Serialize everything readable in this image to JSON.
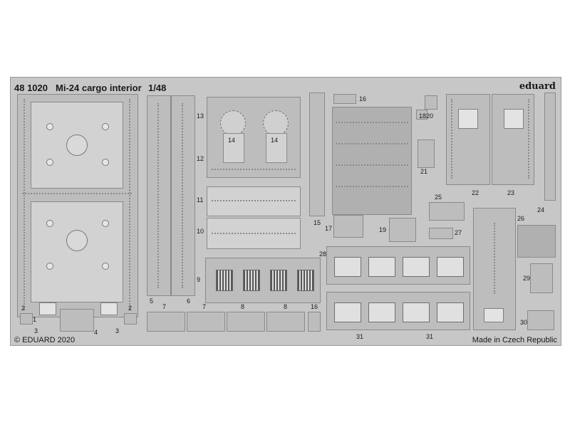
{
  "sheet": {
    "code": "48 1020",
    "title": "Mi-24  cargo interior",
    "scale": "1/48",
    "brand": "eduard",
    "copyright": "© EDUARD 2020",
    "origin": "Made in Czech Republic"
  },
  "part_numbers": {
    "p1": "1",
    "p2a": "2",
    "p3a": "3",
    "p4": "4",
    "p2b": "2",
    "p3b": "3",
    "p5": "5",
    "p6": "6",
    "p7a": "7",
    "p7b": "7",
    "p8a": "8",
    "p8b": "8",
    "p9": "9",
    "p10": "10",
    "p11": "11",
    "p12": "12",
    "p13": "13",
    "p14a": "14",
    "p14b": "14",
    "p15": "15",
    "p16a": "16",
    "p16b": "16",
    "p17": "17",
    "p18": "18",
    "p19": "19",
    "p20": "20",
    "p21": "21",
    "p22": "22",
    "p23": "23",
    "p24": "24",
    "p25": "25",
    "p26": "26",
    "p27": "27",
    "p28": "28",
    "p29": "29",
    "p30": "30",
    "p31a": "31",
    "p31b": "31"
  },
  "colors": {
    "fret": "#c7c7c7",
    "part": "#bdbdbd",
    "etch_line": "#8a8a8a"
  }
}
